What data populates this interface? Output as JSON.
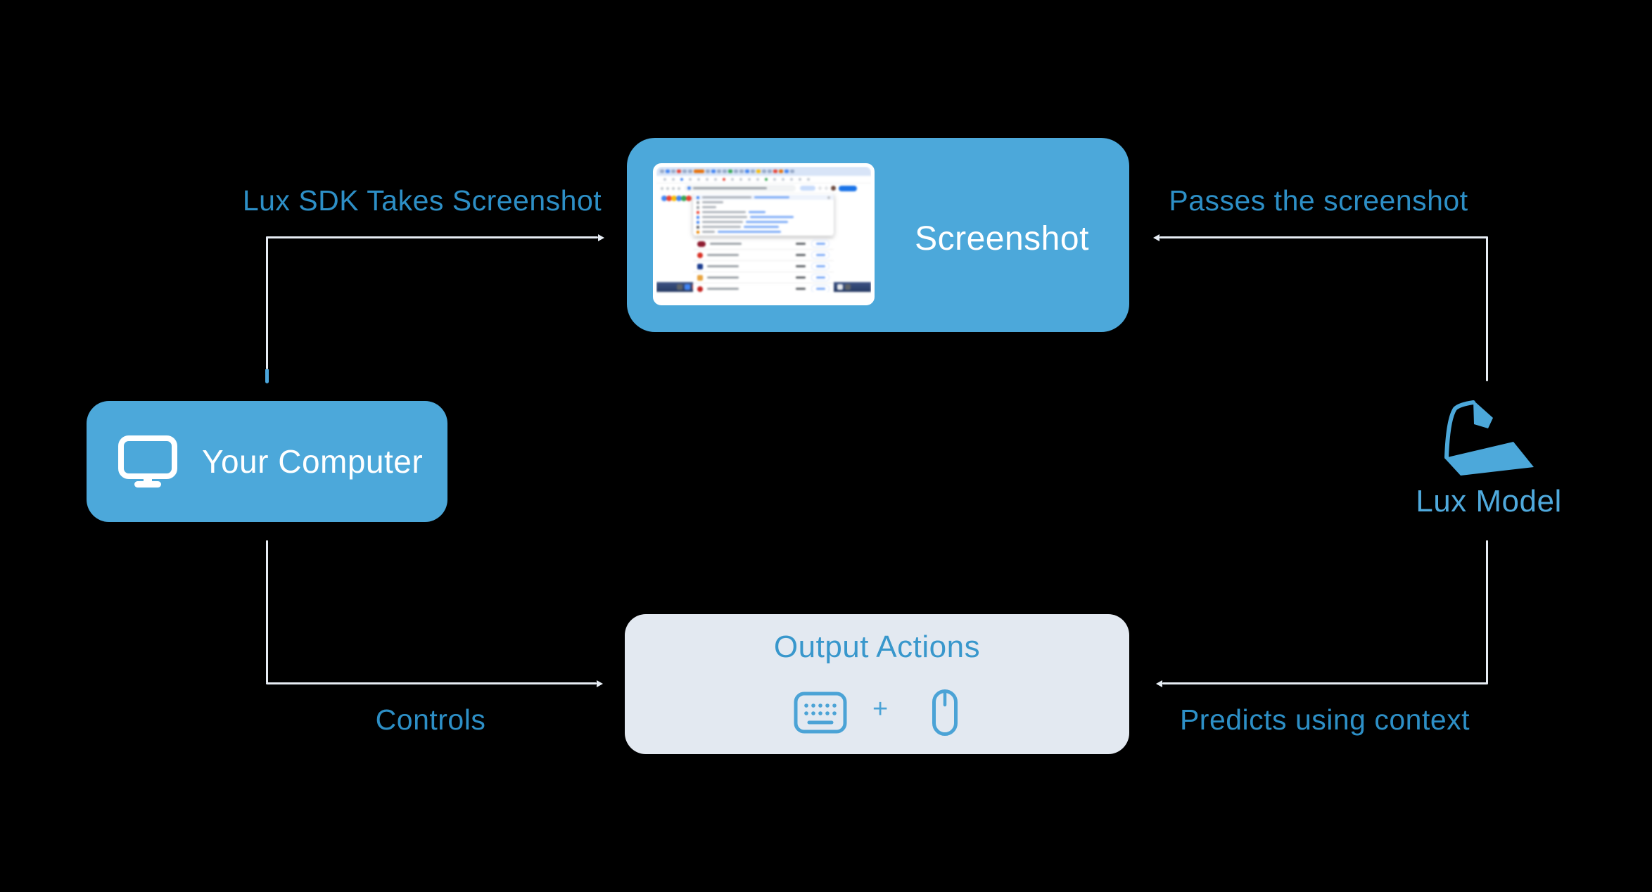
{
  "background_color": "#000000",
  "palette": {
    "node_blue": "#4CA8DA",
    "edge_label_blue": "#2D8FC6",
    "lux_text_blue": "#4FA9DC",
    "line_color": "#E7EDF4",
    "output_panel_bg": "#E3E9F1",
    "output_text_blue": "#3897CC",
    "icon_stroke_blue": "#4BA3D6",
    "white": "#FFFFFF"
  },
  "nodes": {
    "your_computer": {
      "label": "Your Computer",
      "icon": "monitor-icon"
    },
    "screenshot": {
      "label": "Screenshot",
      "icon": "screenshot-thumbnail"
    },
    "lux_model": {
      "label": "Lux Model",
      "icon": "lux-lamp-logo-icon"
    },
    "output_actions": {
      "title": "Output Actions",
      "plus_sign": "+",
      "icons": [
        "keyboard-icon",
        "mouse-icon"
      ]
    }
  },
  "edges": [
    {
      "id": "sdk-takes-screenshot",
      "label": "Lux SDK Takes Screenshot",
      "from": "your_computer",
      "to": "screenshot"
    },
    {
      "id": "passes-screenshot",
      "label": "Passes the screenshot",
      "from": "screenshot",
      "to": "lux_model"
    },
    {
      "id": "predicts-using-context",
      "label": "Predicts using context",
      "from": "lux_model",
      "to": "output_actions"
    },
    {
      "id": "controls",
      "label": "Controls",
      "from": "output_actions",
      "to": "your_computer"
    }
  ],
  "thumbnail": {
    "description": "blurred browser screenshot of a Google search page with suggestion dropdown, booking list and macOS dock",
    "tab_dots": [
      "#96a9c8",
      "#4285f4",
      "#96a9c8",
      "#ea4335",
      "#96a9c8",
      "#96a9c8",
      {
        "c": "#e8710a",
        "w": 15
      },
      "#96a9c8",
      "#4285f4",
      "#96a9c8",
      "#96a9c8",
      "#34a853",
      "#96a9c8",
      "#96a9c8",
      "#4285f4",
      "#96a9c8",
      "#fbbc05",
      "#96a9c8",
      "#96a9c8",
      "#ea4335",
      "#e8710a",
      "#4285f4",
      "#96a9c8"
    ],
    "toolbar_dots": [
      "#c3cad3",
      "#c3cad3",
      "#4285f4",
      "#c3cad3",
      "#c3cad3",
      "#c3cad3",
      "#c3cad3",
      "#ea4335",
      "#c3cad3",
      "#c3cad3",
      "#c3cad3",
      "#c3cad3",
      "#34a853",
      "#c3cad3",
      "#c3cad3",
      "#c3cad3",
      "#c3cad3",
      "#c3cad3"
    ],
    "google_colors": [
      "#4285f4",
      "#ea4335",
      "#fbbc05",
      "#4285f4",
      "#34a853",
      "#ea4335"
    ],
    "dropdown_rows": [
      {
        "icon": "#4285f4",
        "text": 70,
        "link": 50,
        "hl": true
      },
      {
        "icon": "#9aa0a6",
        "text": 30,
        "link": 0
      },
      {
        "icon": "#9aa0a6",
        "text": 20,
        "link": 0
      },
      {
        "icon": "#ea4335",
        "text": 62,
        "link": 24
      },
      {
        "icon": "#4285f4",
        "text": 64,
        "link": 62
      },
      {
        "icon": "#4285f4",
        "text": 58,
        "link": 60
      },
      {
        "icon": "#5f6368",
        "text": 55,
        "link": 50
      },
      {
        "icon": "#ea8600",
        "text": 18,
        "link": 90
      }
    ],
    "list_rows": [
      {
        "icon": "#8e1b2f",
        "shape": "pill"
      },
      {
        "icon": "#d93025",
        "shape": "circle"
      },
      {
        "icon": "#1a3c8f",
        "shape": "square"
      },
      {
        "icon": "#e8a33d",
        "shape": "square"
      },
      {
        "icon": "#c5221f",
        "shape": "circle"
      },
      {
        "icon": "#1f3a93",
        "shape": "square"
      }
    ],
    "dock_colors": [
      "#5f6368",
      "#4285f4",
      "#ea4335",
      "#fbbc05",
      "#e8eaed",
      "#34a853",
      "#8ab4f8",
      "#f28b82",
      "#fdd663",
      "#81c995",
      "#d2e3fc",
      "#4285f4",
      "#5bb974",
      "#f6aea9",
      "#af5cf7",
      "#24c1e0",
      "#f439a0",
      "#fbbc05",
      "#4285f4",
      "#ea4335"
    ],
    "dock_tail": [
      "#e8eaed",
      "#5f6368"
    ]
  }
}
